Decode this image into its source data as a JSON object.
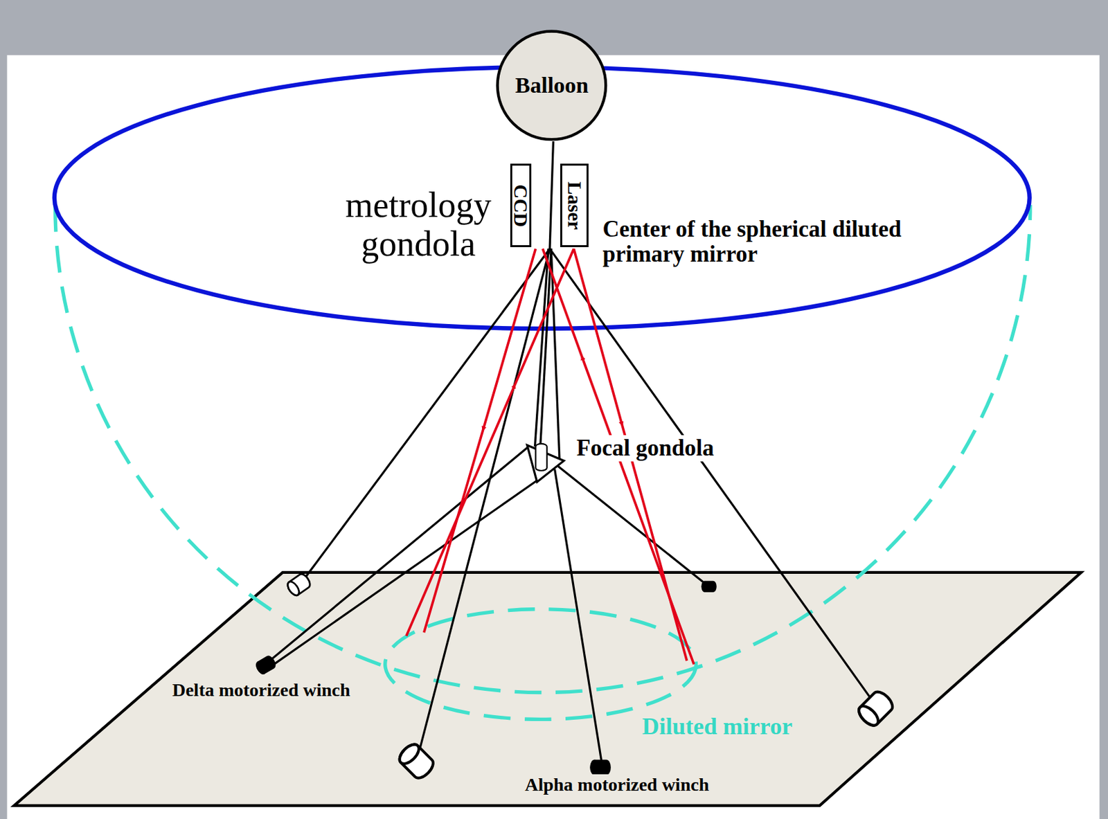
{
  "diagram": {
    "nodes": [
      {
        "text": [
          "Balloon"
        ]
      },
      {
        "text": [
          "CCD"
        ]
      },
      {
        "text": [
          "Laser"
        ]
      }
    ],
    "labels": [
      "metrology gondola",
      "Center of the spherical diluted primary mirror",
      "Focal gondola",
      "Delta motorized winch",
      "Diluted mirror",
      "Alpha motorized winch"
    ]
  }
}
